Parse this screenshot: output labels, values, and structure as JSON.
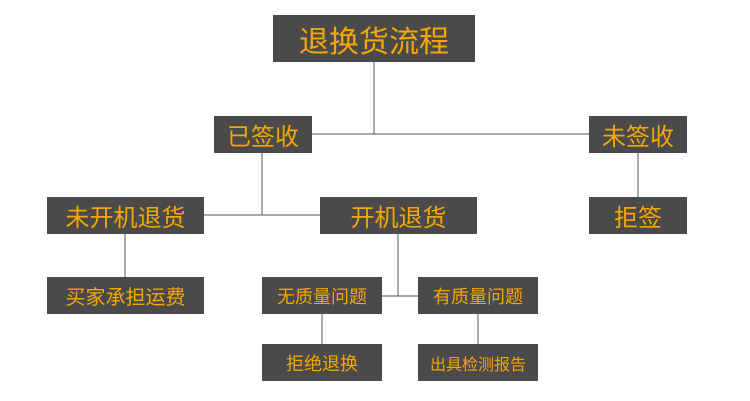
{
  "diagram": {
    "colors": {
      "node_background": "#4a4a4a",
      "node_text": "#f5a700",
      "connector": "#555555",
      "background": "#ffffff"
    },
    "nodes": {
      "title": "退换货流程",
      "signed": "已签收",
      "unsigned": "未签收",
      "unopened_return": "未开机退货",
      "opened_return": "开机退货",
      "refuse_sign": "拒签",
      "buyer_pays_shipping": "买家承担运费",
      "no_quality_issue": "无质量问题",
      "quality_issue": "有质量问题",
      "refuse_return": "拒绝退换",
      "issue_test_report": "出具检测报告"
    }
  }
}
